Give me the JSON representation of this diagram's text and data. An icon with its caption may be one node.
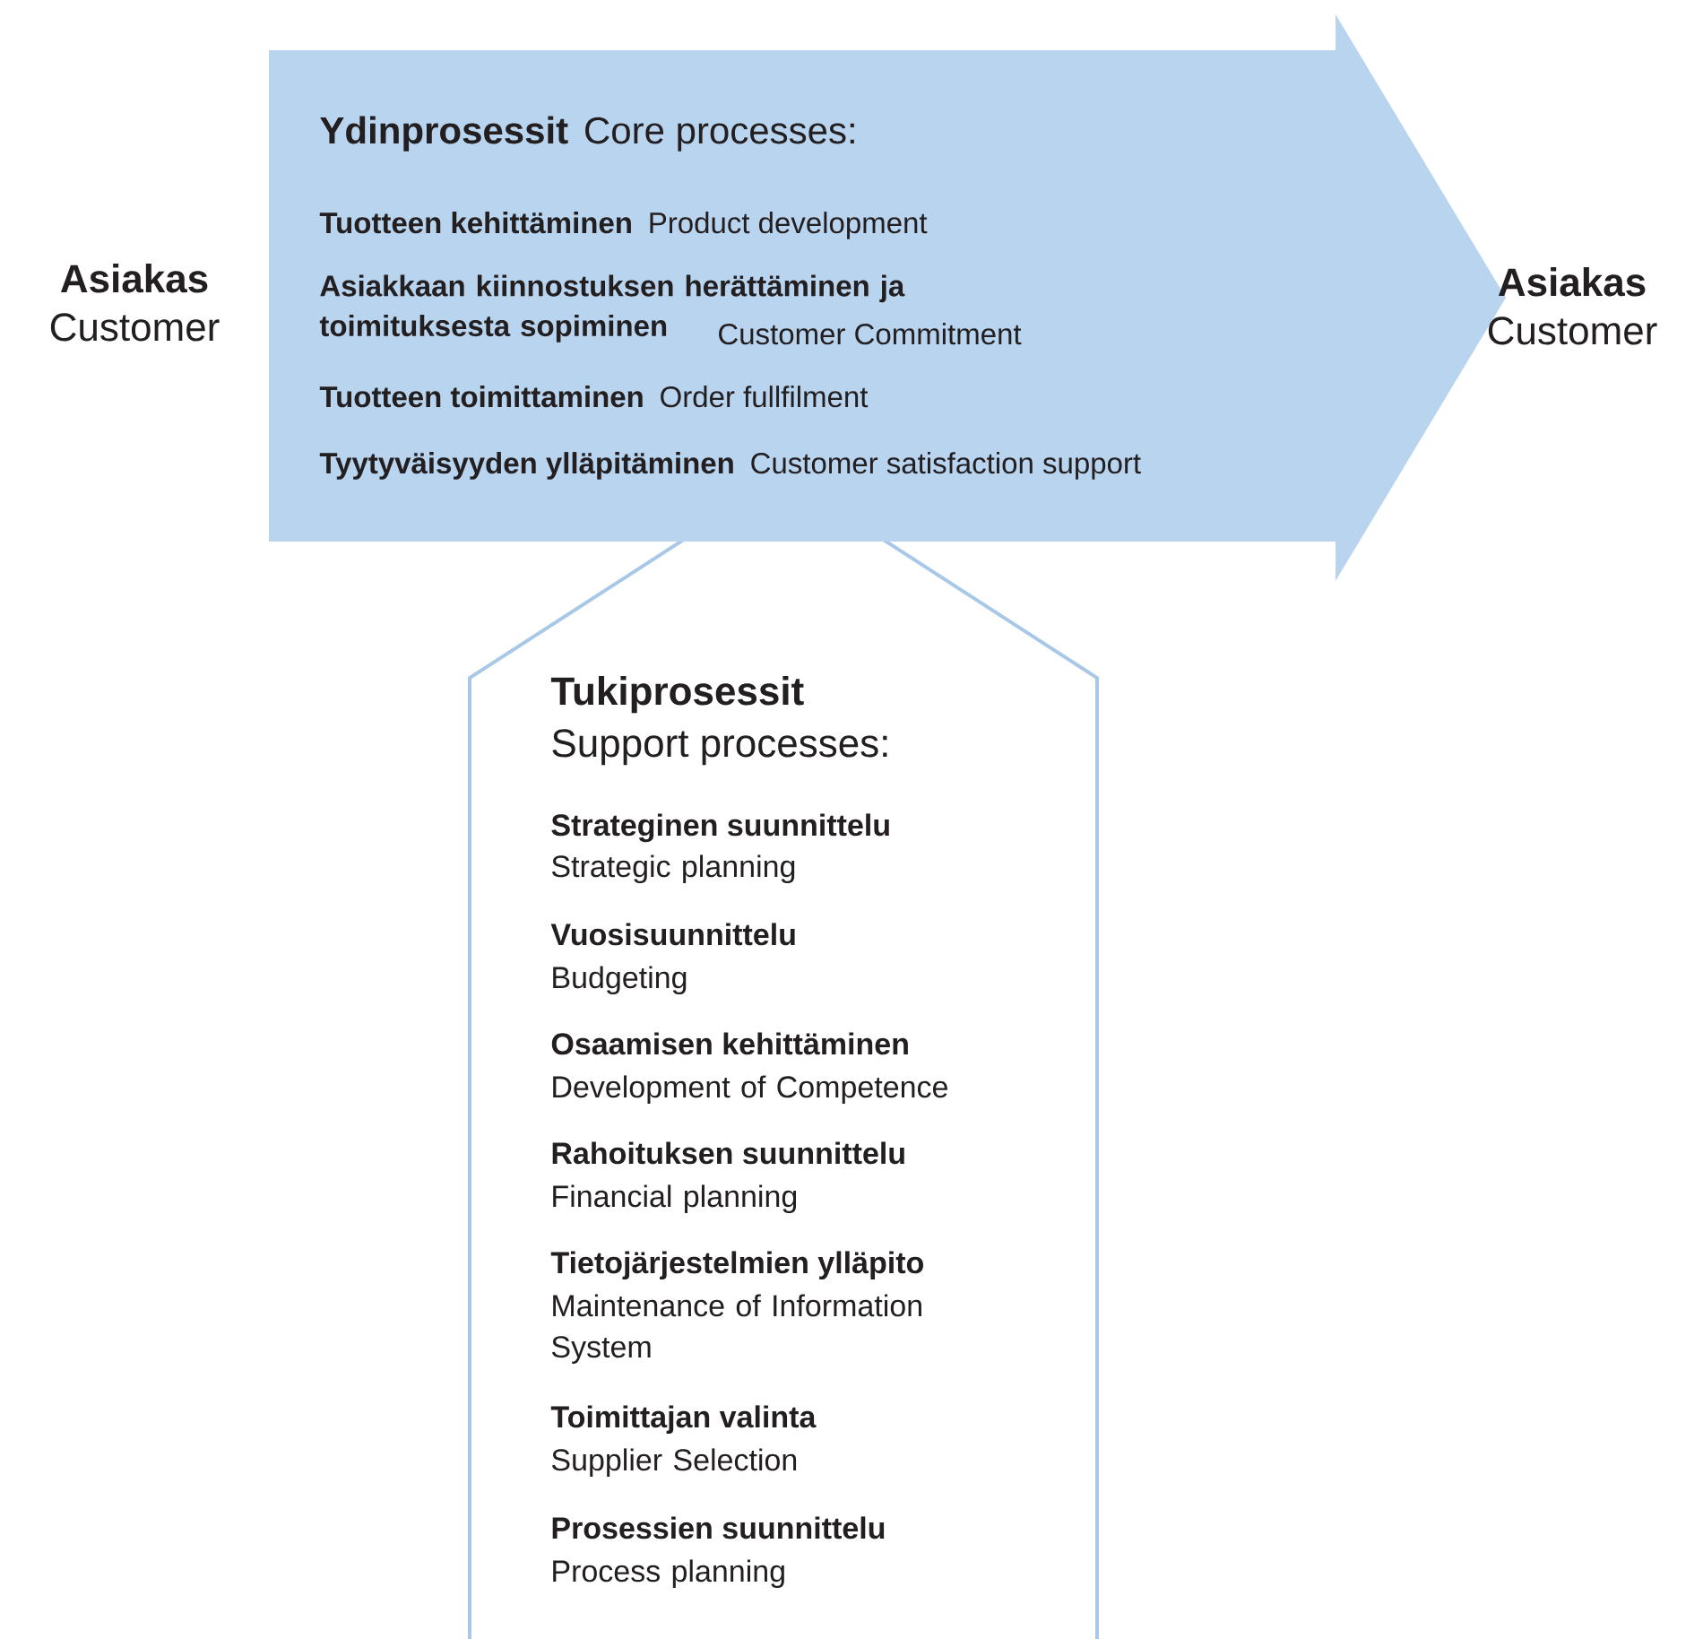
{
  "diagram": {
    "nodes": [
      {
        "text": [
          "Asiakas",
          "Customer"
        ]
      },
      {
        "text": [
          "Ydinprosessit",
          "Core processes:",
          "Tuotteen kehittäminen",
          "Product development",
          "Asiakkaan kiinnostuksen herättäminen ja toimituksesta sopiminen",
          "Customer Commitment",
          "Tuotteen toimittaminen",
          "Order fullfilment",
          "Tyytyväisyyden ylläpitäminen",
          "Customer satisfaction support"
        ]
      },
      {
        "text": [
          "Asiakas",
          "Customer"
        ]
      },
      {
        "text": [
          "Tukiprosessit",
          "Support processes:",
          "Strateginen suunnittelu",
          "Strategic planning",
          "Vuosisuunnittelu",
          "Budgeting",
          "Osaamisen kehittäminen",
          "Development of Competence",
          "Rahoituksen suunnittelu",
          "Financial planning",
          "Tietojärjestelmien ylläpito",
          "Maintenance of Information System",
          "Toimittajan valinta",
          "Supplier Selection",
          "Prosessien suunnittelu",
          "Process planning"
        ]
      }
    ]
  }
}
